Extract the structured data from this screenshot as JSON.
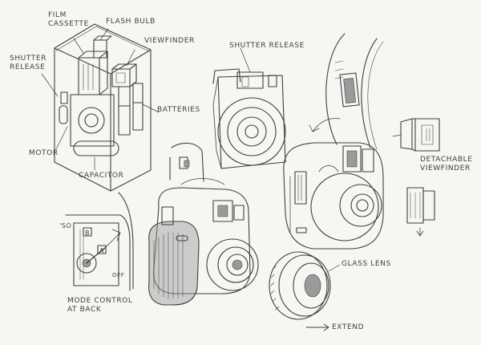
{
  "colors": {
    "ink": "#3f3f3f",
    "paper": "#f7f6f3",
    "tone": "#9a9a9a"
  },
  "labels": {
    "film_cassette": [
      "FILM",
      "CASSETTE"
    ],
    "flash_bulb": "FLASH BULB",
    "viewfinder": "VIEWFINDER",
    "shutter_release_left": [
      "SHUTTER",
      "RELEASE"
    ],
    "batteries": "BATTERIES",
    "motor": "MOTOR",
    "capacitor": "CAPACITOR",
    "shutter_release_top": "SHUTTER RELEASE",
    "detachable_viewfinder": [
      "DETACHABLE",
      "VIEWFINDER"
    ],
    "glass_lens": "GLASS LENS",
    "extend": "EXTEND",
    "mode_control": [
      "MODE CONTROL",
      "AT BACK"
    ],
    "dial_marks": {
      "b": "B",
      "a": "A",
      "s0": "'So",
      "off": "OFF"
    }
  },
  "icons": [
    "arrow-icon",
    "extend-arrow-icon"
  ]
}
